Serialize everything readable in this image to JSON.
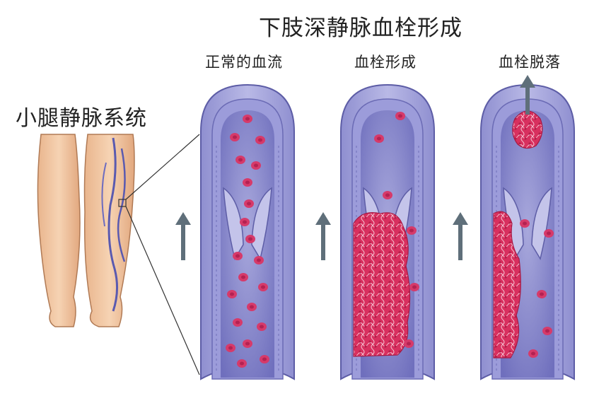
{
  "diagram": {
    "title": "下肢深静脉血栓形成",
    "legs_label": "小腿静脉系统",
    "panels": [
      {
        "label": "正常的血流"
      },
      {
        "label": "血栓形成"
      },
      {
        "label": "血栓脱落"
      }
    ]
  },
  "colors": {
    "vein_wall": "#a9a9de",
    "vein_wall_dark": "#8484c4",
    "vein_lumen": "#7e7ec8",
    "valve": "#c4c4ea",
    "red_cell": "#d63a6a",
    "clot": "#d8305f",
    "arrow": "#5f6f7a",
    "skin": "#f1c7a2"
  },
  "icons": [
    "blood-flow-up-arrow",
    "clot-detach-up-arrow"
  ]
}
